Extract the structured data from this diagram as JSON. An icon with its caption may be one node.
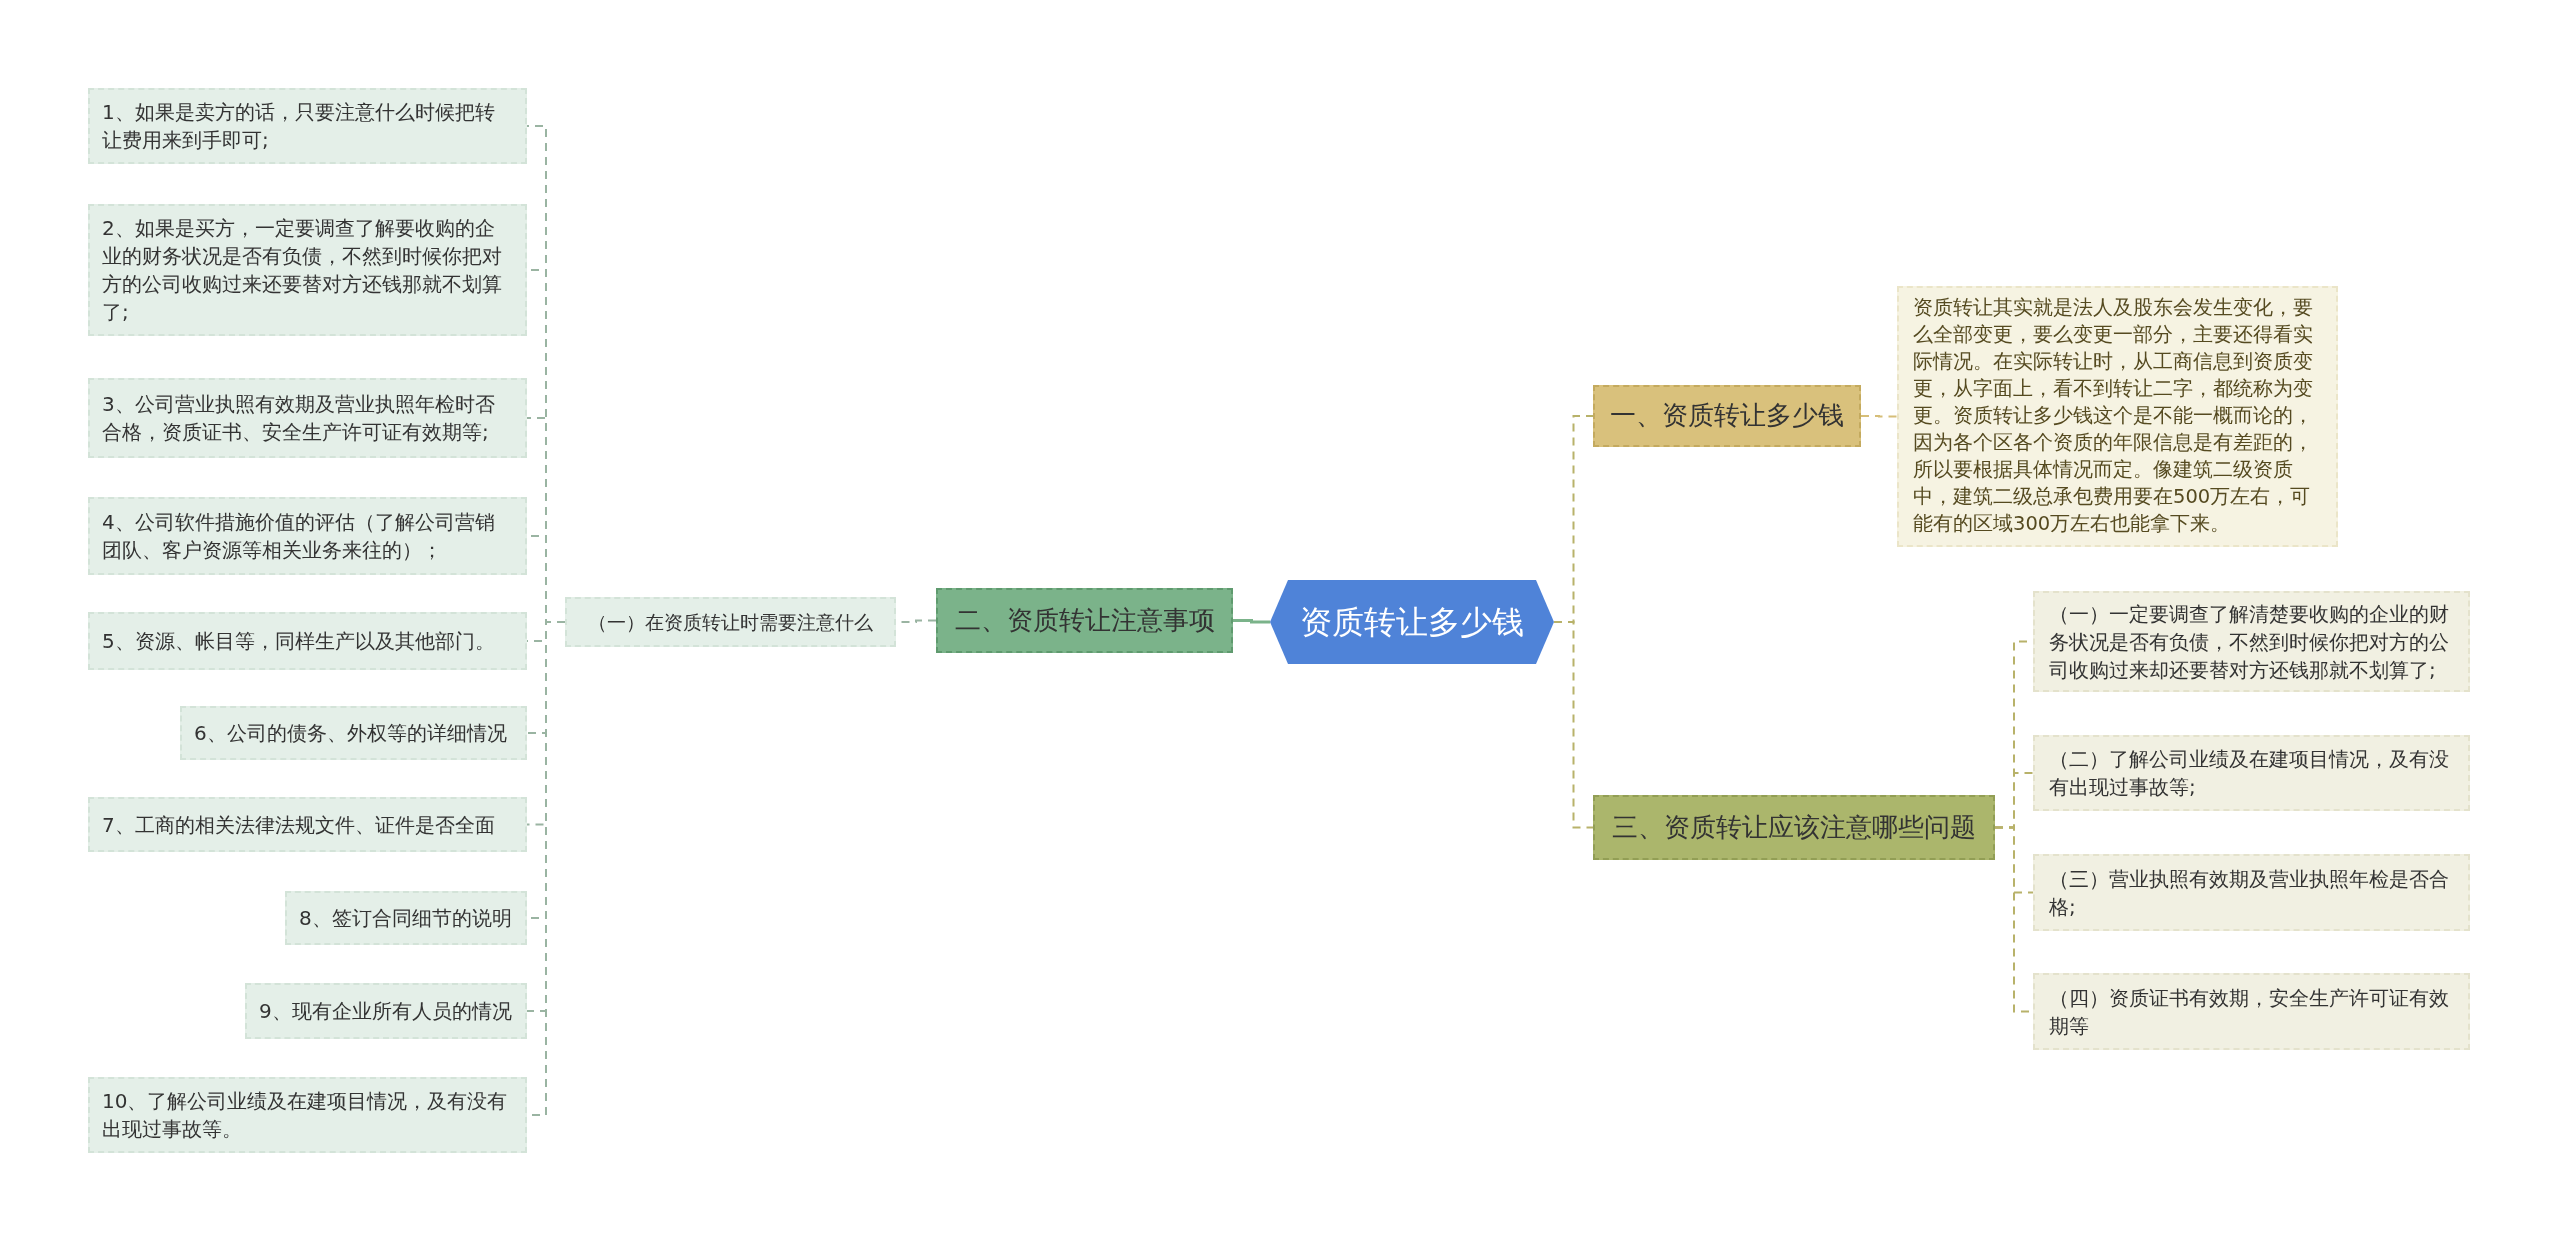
{
  "diagram": {
    "nodes": [
      {
        "text": [
          "资质转让多少钱"
        ]
      },
      {
        "text": [
          "一、资质转让多少钱"
        ]
      },
      {
        "text": [
          "资质转让其实就是法人及股东会发生变化，要么全部变更，要么变更一部分，主要还得看实际情况。在实际转让时，从工商信息到资质变更，从字面上，看不到转让二字，都统称为变更。资质转让多少钱这个是不能一概而论的，因为各个区各个资质的年限信息是有差距的，所以要根据具体情况而定。像建筑二级资质中，建筑二级总承包费用要在500万左右，可能有的区域300万左右也能拿下来。"
        ]
      },
      {
        "text": [
          "二、资质转让注意事项"
        ]
      },
      {
        "text": [
          "（一）在资质转让时需要注意什么"
        ]
      },
      {
        "text": [
          "1、如果是卖方的话，只要注意什么时候把转让费用来到手即可;"
        ]
      },
      {
        "text": [
          "2、如果是买方，一定要调查了解要收购的企业的财务状况是否有负债，不然到时候你把对方的公司收购过来还要替对方还钱那就不划算了;"
        ]
      },
      {
        "text": [
          "3、公司营业执照有效期及营业执照年检时否合格，资质证书、安全生产许可证有效期等;"
        ]
      },
      {
        "text": [
          "4、公司软件措施价值的评估（了解公司营销团队、客户资源等相关业务来往的）；"
        ]
      },
      {
        "text": [
          "5、资源、帐目等，同样生产以及其他部门。"
        ]
      },
      {
        "text": [
          "6、公司的债务、外权等的详细情况"
        ]
      },
      {
        "text": [
          "7、工商的相关法律法规文件、证件是否全面"
        ]
      },
      {
        "text": [
          "8、签订合同细节的说明"
        ]
      },
      {
        "text": [
          "9、现有企业所有人员的情况"
        ]
      },
      {
        "text": [
          "10、了解公司业绩及在建项目情况，及有没有出现过事故等。"
        ]
      },
      {
        "text": [
          "三、资质转让应该注意哪些问题"
        ]
      },
      {
        "text": [
          "（一）一定要调查了解清楚要收购的企业的财务状况是否有负债，不然到时候你把对方的公司收购过来却还要替对方还钱那就不划算了;"
        ]
      },
      {
        "text": [
          "（二）了解公司业绩及在建项目情况，及有没有出现过事故等;"
        ]
      },
      {
        "text": [
          "（三）营业执照有效期及营业执照年检是否合格;"
        ]
      },
      {
        "text": [
          "（四）资质证书有效期，安全生产许可证有效期等"
        ]
      }
    ],
    "edges": [
      {
        "from": 0,
        "to": 1,
        "arrow": "none",
        "style": "dashed",
        "color": "#b8b26a"
      },
      {
        "from": 1,
        "to": 2,
        "arrow": "none",
        "style": "dashed",
        "color": "#d6be78"
      },
      {
        "from": 0,
        "to": 3,
        "arrow": "none",
        "color": "#7bb38a"
      },
      {
        "from": 3,
        "to": 4,
        "arrow": "none",
        "style": "dashed"
      },
      {
        "from": 4,
        "to": 5,
        "arrow": "none",
        "style": "dashed"
      },
      {
        "from": 4,
        "to": 6,
        "arrow": "none",
        "style": "dashed"
      },
      {
        "from": 4,
        "to": 7,
        "arrow": "none",
        "style": "dashed"
      },
      {
        "from": 4,
        "to": 8,
        "arrow": "none",
        "style": "dashed"
      },
      {
        "from": 4,
        "to": 9,
        "arrow": "none",
        "style": "dashed"
      },
      {
        "from": 4,
        "to": 10,
        "arrow": "none",
        "style": "dashed"
      },
      {
        "from": 4,
        "to": 11,
        "arrow": "none",
        "style": "dashed"
      },
      {
        "from": 4,
        "to": 12,
        "arrow": "none",
        "style": "dashed"
      },
      {
        "from": 4,
        "to": 13,
        "arrow": "none",
        "style": "dashed"
      },
      {
        "from": 4,
        "to": 14,
        "arrow": "none",
        "style": "dashed"
      },
      {
        "from": 0,
        "to": 15,
        "arrow": "none",
        "style": "dashed",
        "color": "#b8b26a"
      },
      {
        "from": 15,
        "to": 16,
        "arrow": "none",
        "style": "dashed",
        "color": "#b8b26a"
      },
      {
        "from": 15,
        "to": 17,
        "arrow": "none",
        "style": "dashed",
        "color": "#b8b26a"
      },
      {
        "from": 15,
        "to": 18,
        "arrow": "none",
        "style": "dashed",
        "color": "#b8b26a"
      },
      {
        "from": 15,
        "to": 19,
        "arrow": "none",
        "style": "dashed",
        "color": "#b8b26a"
      }
    ]
  }
}
